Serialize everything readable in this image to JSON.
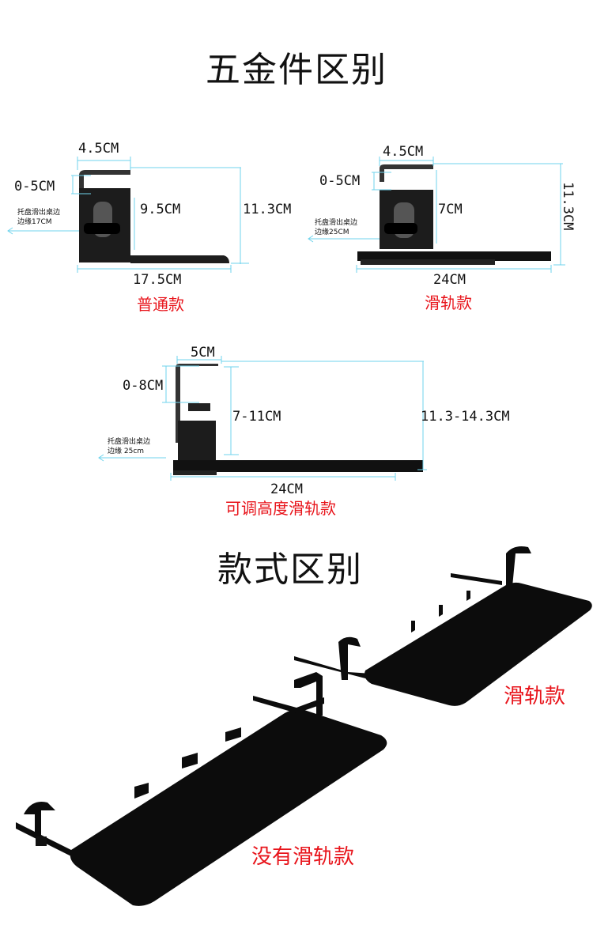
{
  "section1": {
    "title": "五金件区别",
    "standard": {
      "width": "4.5CM",
      "gap": "0-5CM",
      "inner_height": "9.5CM",
      "total_height": "11.3CM",
      "note_line1": "托盘滑出桌边",
      "note_line2": "边缘17CM",
      "length": "17.5CM",
      "label": "普通款"
    },
    "slide": {
      "width": "4.5CM",
      "gap": "0-5CM",
      "inner_height": "7CM",
      "total_height": "11.3CM",
      "note_line1": "托盘滑出桌边",
      "note_line2": "边缘25CM",
      "length": "24CM",
      "label": "滑轨款"
    },
    "adjustable": {
      "width": "5CM",
      "gap": "0-8CM",
      "inner_height": "7-11CM",
      "total_height": "11.3-14.3CM",
      "note_line1": "托盘滑出桌边",
      "note_line2": "边缘 25cm",
      "length": "24CM",
      "label": "可调高度滑轨款"
    }
  },
  "section2": {
    "title": "款式区别",
    "slide_label": "滑轨款",
    "no_slide_label": "没有滑轨款"
  },
  "colors": {
    "dimension_line": "#6fd3ec",
    "label_red": "#e8141b",
    "product": "#111111"
  }
}
